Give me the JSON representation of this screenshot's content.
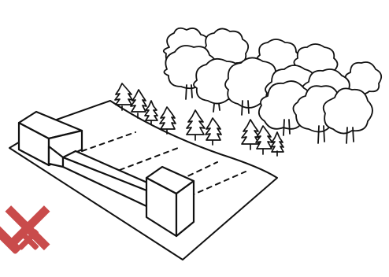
{
  "palette": {
    "ink": "#111111",
    "paper": "#ffffff",
    "reject_mark": "#c94b4b"
  },
  "drawing": {
    "subject": "building-block-on-plot-next-to-trees",
    "components": [
      "building-plot",
      "building-block",
      "conifer-trees",
      "deciduous-trees",
      "parking-lines"
    ],
    "icon": "reject-x-icon"
  }
}
